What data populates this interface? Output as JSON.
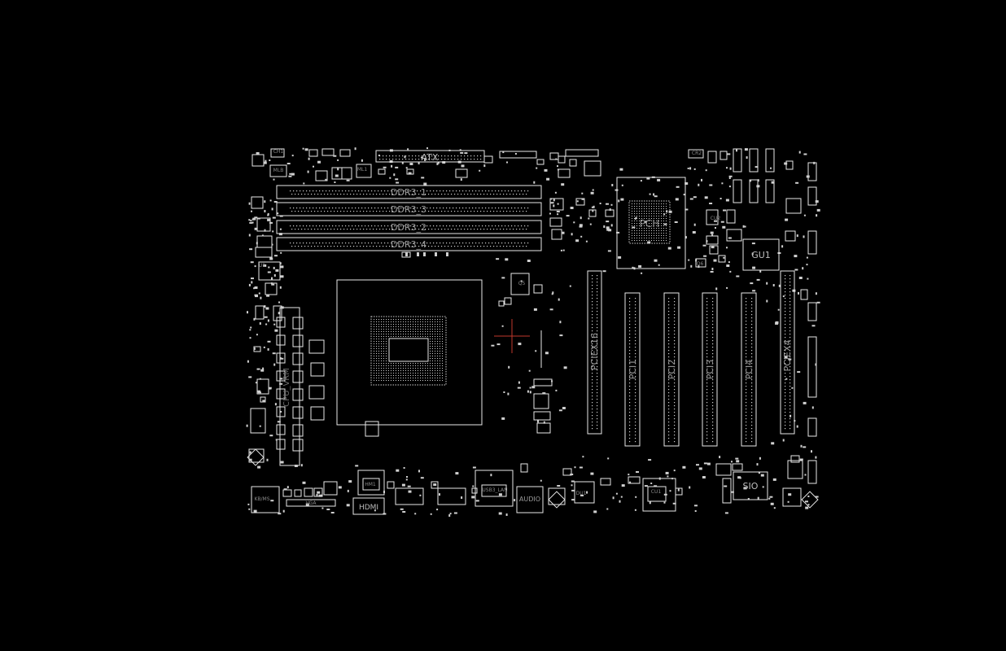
{
  "viewer": {
    "background": "#000000",
    "outline_color": "#e8e8e8",
    "label_color": "#bdbdbd",
    "cursor_color": "#c0392b"
  },
  "board": {
    "connectors": {
      "atx": "ATX",
      "dimm": [
        "DDR3_1",
        "DDR3_3",
        "DDR3_2",
        "DDR3_4"
      ],
      "pcie_x16": "PCIEX16",
      "pci": [
        "PCI1",
        "PCI2",
        "PCI3",
        "PCI4"
      ],
      "pcie_x4": "PCIEX4",
      "hdmi": "HDMI",
      "audio": "AUDIO"
    },
    "chips": {
      "pch": "PCH",
      "gpu": "GU1",
      "sio": "SIO",
      "cpu_vrm": "CPU_VRM"
    },
    "small_labels": [
      "CH1",
      "MLB",
      "ML1",
      "KB/MS",
      "VGA",
      "HM1",
      "USB3_LAN",
      "DU1",
      "CU1",
      "CR2",
      "CU2",
      "Q6",
      "Q5",
      "U1"
    ]
  }
}
